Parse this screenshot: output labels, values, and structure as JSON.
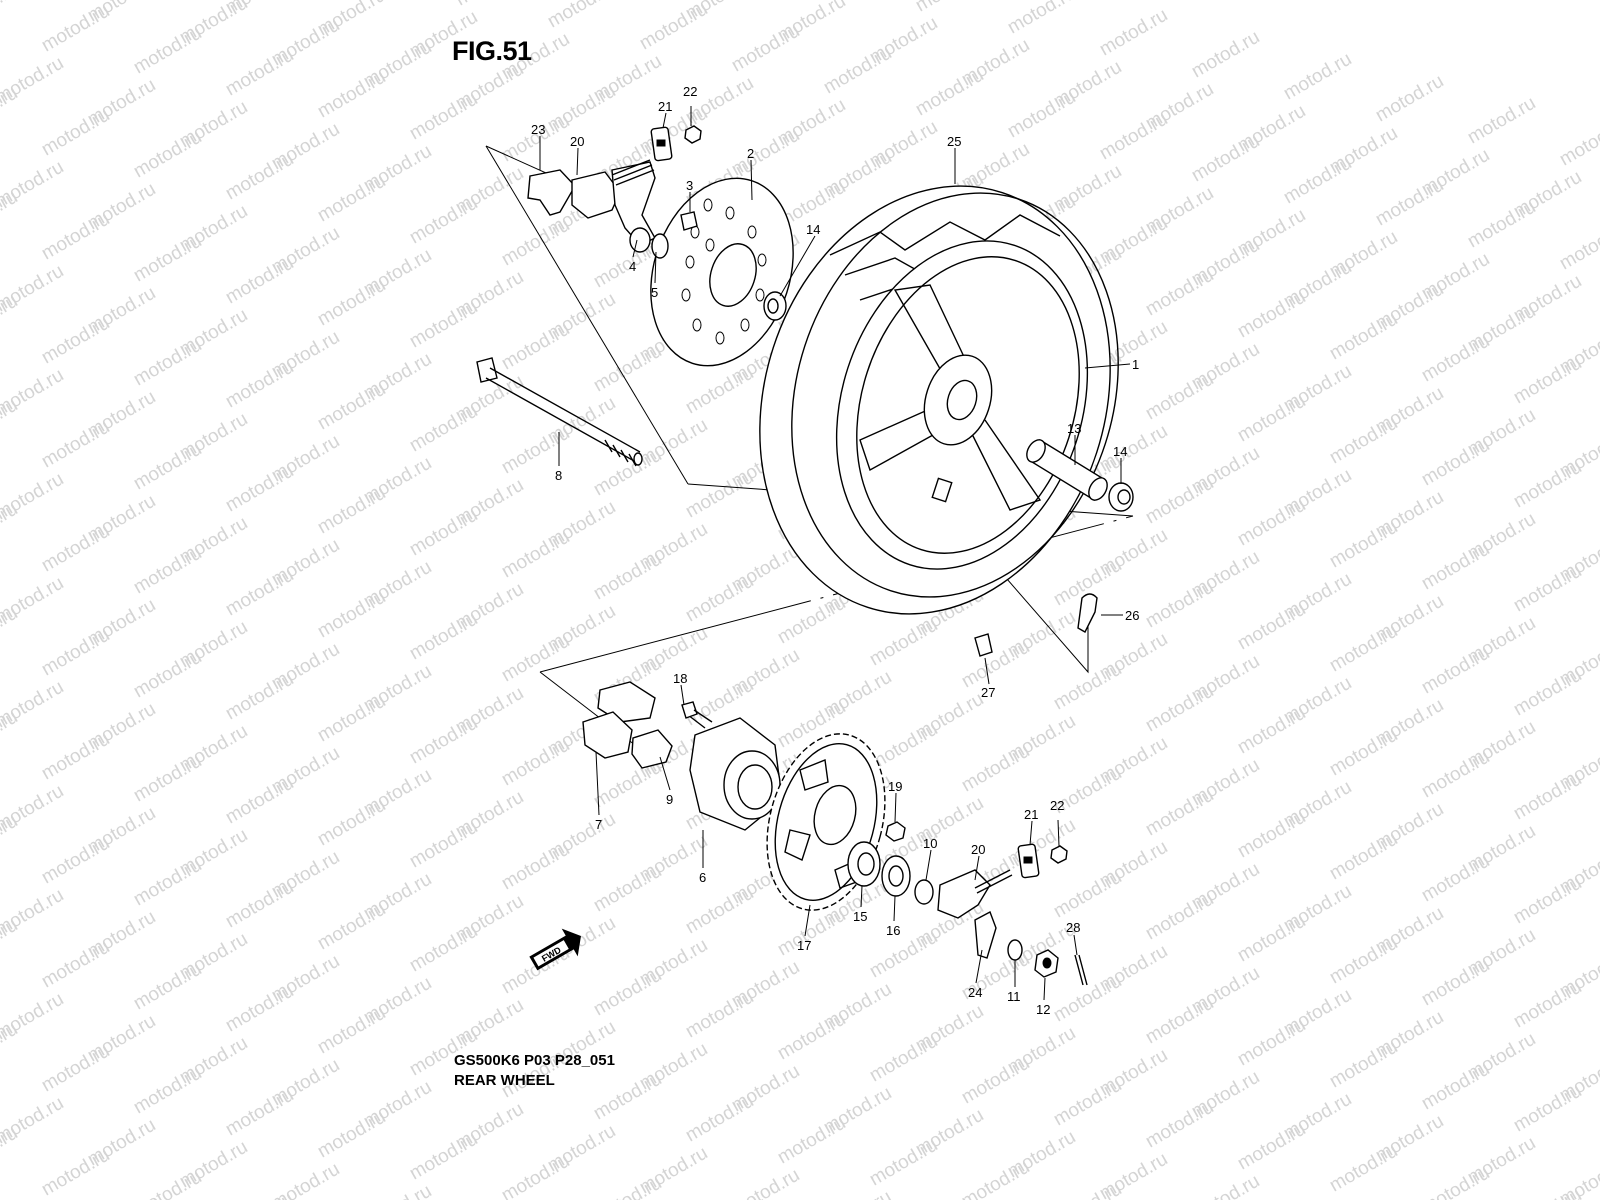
{
  "figure": {
    "title": "FIG.51",
    "model_code": "GS500K6 P03 P28_051",
    "name": "REAR WHEEL",
    "direction_marker": "FWD",
    "watermark_text": "motod.ru"
  },
  "callouts": [
    {
      "id": "c1",
      "text": "1"
    },
    {
      "id": "c2",
      "text": "2"
    },
    {
      "id": "c3",
      "text": "3"
    },
    {
      "id": "c4",
      "text": "4"
    },
    {
      "id": "c5",
      "text": "5"
    },
    {
      "id": "c6",
      "text": "6"
    },
    {
      "id": "c7",
      "text": "7"
    },
    {
      "id": "c8",
      "text": "8"
    },
    {
      "id": "c9",
      "text": "9"
    },
    {
      "id": "c10",
      "text": "10"
    },
    {
      "id": "c11",
      "text": "11"
    },
    {
      "id": "c12",
      "text": "12"
    },
    {
      "id": "c13",
      "text": "13"
    },
    {
      "id": "c14a",
      "text": "14"
    },
    {
      "id": "c14b",
      "text": "14"
    },
    {
      "id": "c15",
      "text": "15"
    },
    {
      "id": "c16",
      "text": "16"
    },
    {
      "id": "c17",
      "text": "17"
    },
    {
      "id": "c18",
      "text": "18"
    },
    {
      "id": "c19",
      "text": "19"
    },
    {
      "id": "c20a",
      "text": "20"
    },
    {
      "id": "c20b",
      "text": "20"
    },
    {
      "id": "c21a",
      "text": "21"
    },
    {
      "id": "c21b",
      "text": "21"
    },
    {
      "id": "c22a",
      "text": "22"
    },
    {
      "id": "c22b",
      "text": "22"
    },
    {
      "id": "c23",
      "text": "23"
    },
    {
      "id": "c24",
      "text": "24"
    },
    {
      "id": "c25",
      "text": "25"
    },
    {
      "id": "c26",
      "text": "26"
    },
    {
      "id": "c27",
      "text": "27"
    },
    {
      "id": "c28",
      "text": "28"
    }
  ]
}
